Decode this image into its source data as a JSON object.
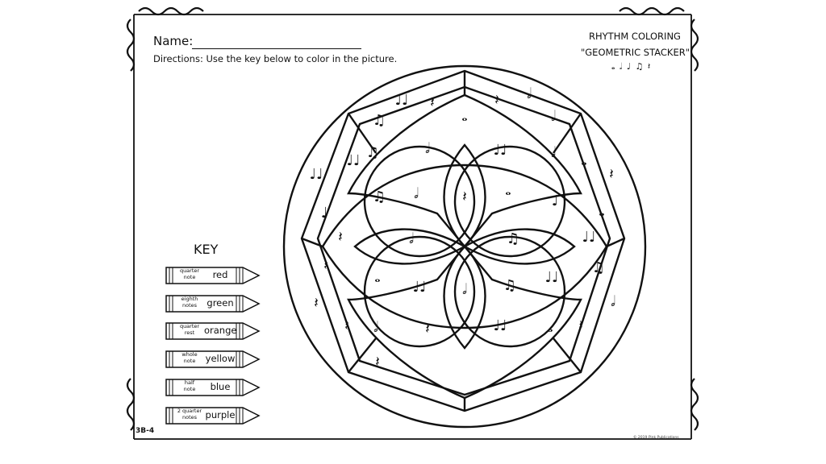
{
  "header": {
    "name_label": "Name:",
    "directions": "Directions: Use the key below to color in the picture.",
    "title_line1": "RHYTHM COLORING",
    "title_line2": "\"GEOMETRIC STACKER\"",
    "title_notes": "𝅝 𝅗𝅥 ♩ ♫ 𝄽"
  },
  "key": {
    "title": "KEY",
    "items": [
      {
        "symbol": "quarter\nnote",
        "color": "red"
      },
      {
        "symbol": "eighth\nnotes",
        "color": "green"
      },
      {
        "symbol": "quarter\nrest",
        "color": "orange"
      },
      {
        "symbol": "whole\nnote",
        "color": "yellow"
      },
      {
        "symbol": "half\nnote",
        "color": "blue"
      },
      {
        "symbol": "2 quarter\nnotes",
        "color": "purple"
      }
    ]
  },
  "footer": {
    "page_code": "3B-4",
    "copyright": "© 2019 Pink Publications"
  },
  "mandala_symbols": [
    "♩♩",
    "𝄽",
    "𝅝",
    "𝄽",
    "𝅗𝅥",
    "♫",
    "𝅗𝅥",
    "♩♩",
    "♫",
    "𝅗𝅥",
    "♩♩",
    "𝅗𝅥",
    "♩♩",
    "𝅝",
    "𝄽",
    "♫",
    "𝅗𝅥",
    "𝄽",
    "𝅝",
    "♩",
    "♩",
    "𝅝",
    "𝄽",
    "𝅗𝅥",
    "♫",
    "♩♩",
    "𝄽",
    "𝅝",
    "♩♩",
    "𝅗𝅥",
    "♫",
    "♩♩",
    "♫",
    "𝄽",
    "𝅗𝅥",
    "𝄽",
    "𝅗𝅥",
    "𝄽",
    "♩♩",
    "𝅝",
    "𝄽",
    "𝄽"
  ]
}
